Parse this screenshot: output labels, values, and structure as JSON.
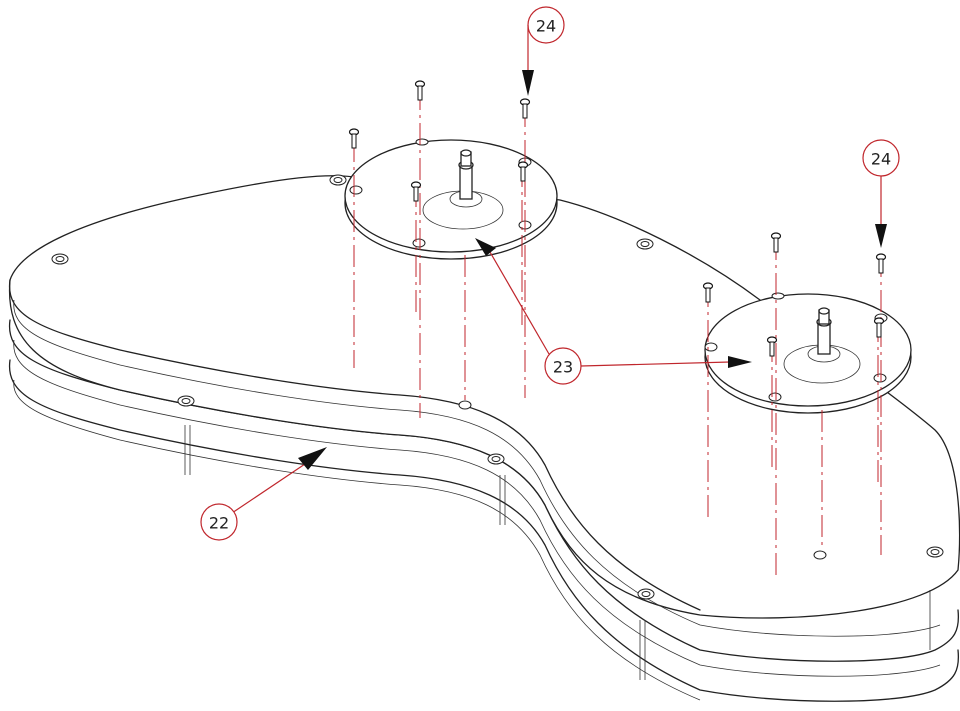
{
  "callouts": [
    {
      "id": "22",
      "label": "22"
    },
    {
      "id": "23",
      "label": "23"
    },
    {
      "id": "24a",
      "label": "24"
    },
    {
      "id": "24b",
      "label": "24"
    }
  ],
  "colors": {
    "line": "#222222",
    "callout": "#c0262c",
    "background": "#ffffff"
  }
}
